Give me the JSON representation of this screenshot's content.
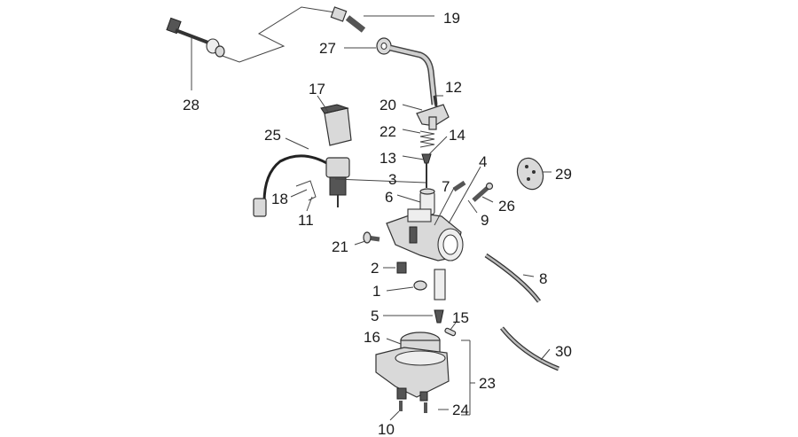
{
  "diagram": {
    "callouts": [
      {
        "id": "19",
        "text": "19"
      },
      {
        "id": "27",
        "text": "27"
      },
      {
        "id": "28",
        "text": "28"
      },
      {
        "id": "17",
        "text": "17"
      },
      {
        "id": "20",
        "text": "20"
      },
      {
        "id": "12",
        "text": "12"
      },
      {
        "id": "22",
        "text": "22"
      },
      {
        "id": "25",
        "text": "25"
      },
      {
        "id": "14",
        "text": "14"
      },
      {
        "id": "13",
        "text": "13"
      },
      {
        "id": "4",
        "text": "4"
      },
      {
        "id": "3",
        "text": "3"
      },
      {
        "id": "29",
        "text": "29"
      },
      {
        "id": "7",
        "text": "7"
      },
      {
        "id": "18",
        "text": "18"
      },
      {
        "id": "6",
        "text": "6"
      },
      {
        "id": "26",
        "text": "26"
      },
      {
        "id": "11",
        "text": "11"
      },
      {
        "id": "9",
        "text": "9"
      },
      {
        "id": "21",
        "text": "21"
      },
      {
        "id": "2",
        "text": "2"
      },
      {
        "id": "8",
        "text": "8"
      },
      {
        "id": "1",
        "text": "1"
      },
      {
        "id": "5",
        "text": "5"
      },
      {
        "id": "15",
        "text": "15"
      },
      {
        "id": "16",
        "text": "16"
      },
      {
        "id": "30",
        "text": "30"
      },
      {
        "id": "23",
        "text": "23"
      },
      {
        "id": "24",
        "text": "24"
      },
      {
        "id": "10",
        "text": "10"
      }
    ]
  }
}
